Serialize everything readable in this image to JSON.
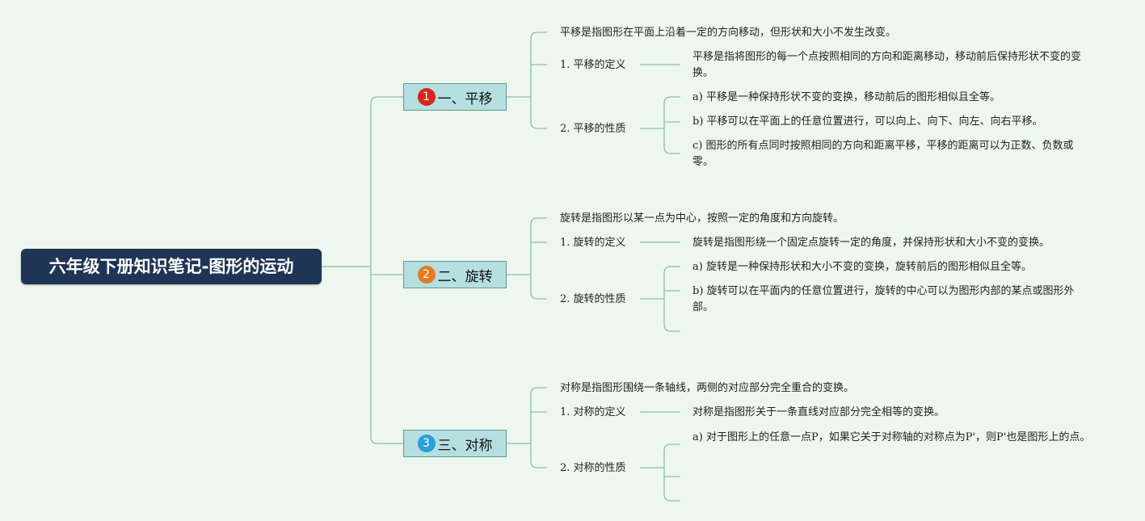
{
  "root": {
    "title": "六年级下册知识笔记-图形的运动"
  },
  "colors": {
    "root_bg": "#1f3556",
    "branch_bg": "#b5dfe0",
    "line": "#8cbfb0"
  },
  "branches": [
    {
      "badge": "1",
      "badge_color": "#d8261d",
      "label": "一、平移",
      "summary": "平移是指图形在平面上沿着一定的方向移动，但形状和大小不发生改变。",
      "def_label": "1. 平移的定义",
      "def_text": "平移是指将图形的每一个点按照相同的方向和距离移动，移动前后保持形状不变的变换。",
      "prop_label": "2. 平移的性质",
      "props": [
        "a) 平移是一种保持形状不变的变换，移动前后的图形相似且全等。",
        "b) 平移可以在平面上的任意位置进行，可以向上、向下、向左、向右平移。",
        "c) 图形的所有点同时按照相同的方向和距离平移，平移的距离可以为正数、负数或零。"
      ]
    },
    {
      "badge": "2",
      "badge_color": "#e67a22",
      "label": "二、旋转",
      "summary": "旋转是指图形以某一点为中心，按照一定的角度和方向旋转。",
      "def_label": "1. 旋转的定义",
      "def_text": "旋转是指图形绕一个固定点旋转一定的角度，并保持形状和大小不变的变换。",
      "prop_label": "2. 旋转的性质",
      "props": [
        "a) 旋转是一种保持形状和大小不变的变换，旋转前后的图形相似且全等。",
        "b) 旋转可以在平面内的任意位置进行，旋转的中心可以为图形内部的某点或图形外部。"
      ]
    },
    {
      "badge": "3",
      "badge_color": "#2a9fd8",
      "label": "三、对称",
      "summary": "对称是指图形围绕一条轴线，两侧的对应部分完全重合的变换。",
      "def_label": "1. 对称的定义",
      "def_text": "对称是指图形关于一条直线对应部分完全相等的变换。",
      "prop_label": "2. 对称的性质",
      "props": [
        "a) 对于图形上的任意一点P，如果它关于对称轴的对称点为P'，则P'也是图形上的点。"
      ]
    }
  ]
}
